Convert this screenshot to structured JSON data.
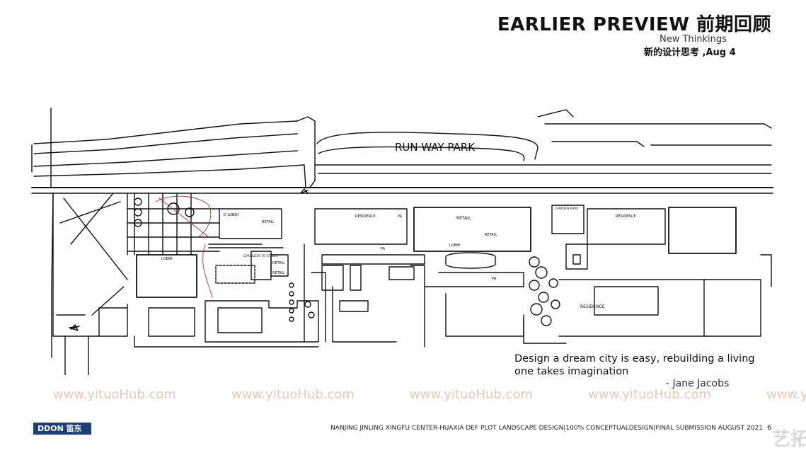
{
  "header": {
    "title": "EARLIER  PREVIEW 前期回顾",
    "subtitle": "New Thinkings",
    "subtitle2": "新的设计思考 ,Aug 4"
  },
  "plan": {
    "park_label": "RUN WAY PARK",
    "labels": {
      "residence1": "RESIDENCE",
      "residence2": "RESIDENCE",
      "residence3": "RESIDENCE",
      "retail1": "RETAIL",
      "retail2": "RETAIL",
      "retail3": "RETAIL",
      "retail4": "RETAIL",
      "retail5": "RETAIL",
      "lobby1": "LOBBY",
      "lobby2": "LOBBY",
      "lobby3": "D LOBBY",
      "corridor": "CORRIDOR TO STREET",
      "pa1": "PA",
      "pa2": "PA",
      "pa3": "PA",
      "garden": "GARDEN PARK"
    }
  },
  "quote": {
    "line1": "Design a dream city is easy,  rebuilding a living",
    "line2": "one takes imagination",
    "author": "- Jane Jacobs"
  },
  "watermarks": {
    "w1": "www.yituoHub.com",
    "w2": "www.yituoHub.com",
    "w3": "www.yituoHub.com",
    "w4": "www.yituoHub.com",
    "w5": "www.y"
  },
  "footer": {
    "brand": "DDON 笛东",
    "text": "NANJING JINLING XINGFU CENTER-HUAXIA DEF PLOT LANDSCAPE DESIGN|100% CONCEPTUALDESIGN|FINAL SUBMISSION AUGUST 2021",
    "page": "6",
    "corner_logo": "艺拓"
  }
}
